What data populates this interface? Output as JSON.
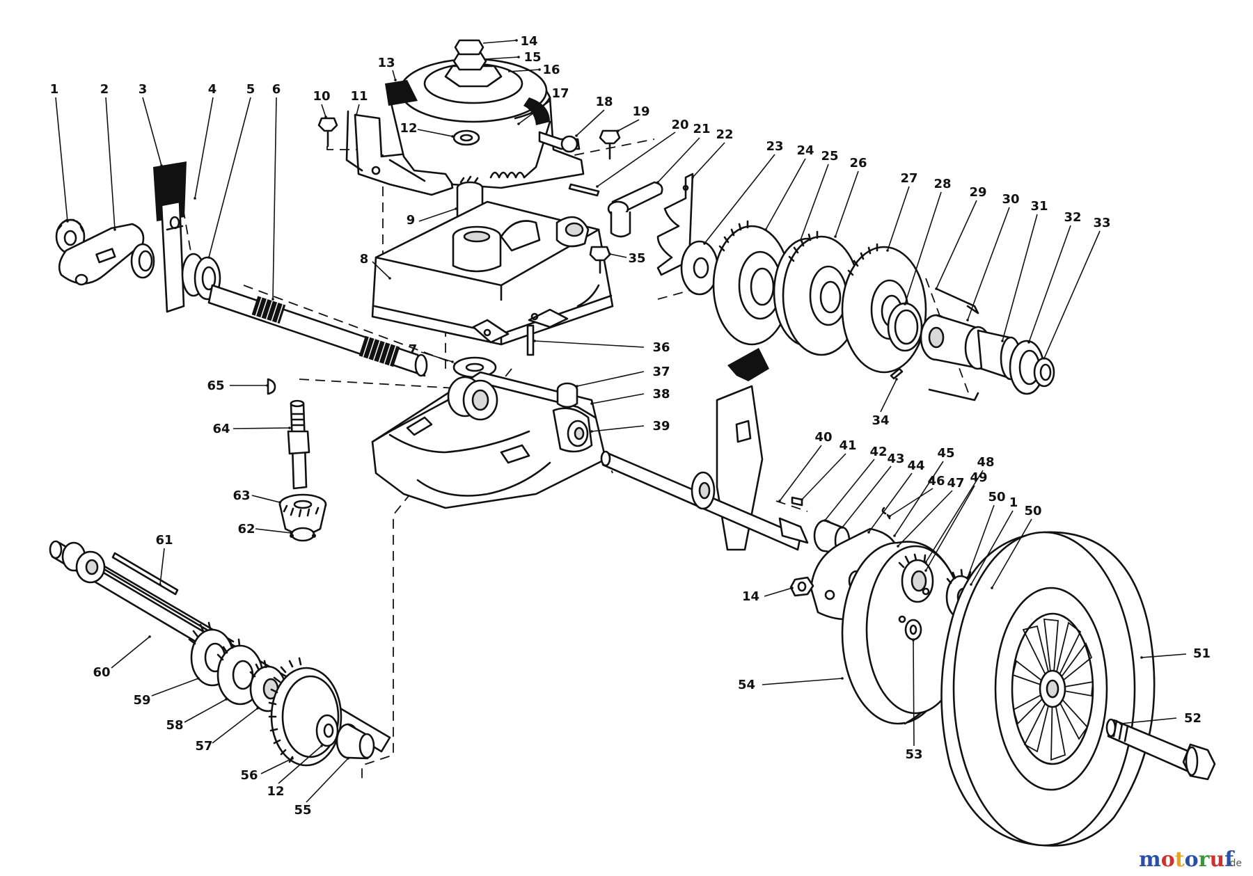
{
  "callouts": [
    {
      "id": "1",
      "label": "1"
    },
    {
      "id": "2",
      "label": "2"
    },
    {
      "id": "3",
      "label": "3"
    },
    {
      "id": "4",
      "label": "4"
    },
    {
      "id": "5",
      "label": "5"
    },
    {
      "id": "6",
      "label": "6"
    },
    {
      "id": "7",
      "label": "7"
    },
    {
      "id": "8",
      "label": "8"
    },
    {
      "id": "9",
      "label": "9"
    },
    {
      "id": "10",
      "label": "10"
    },
    {
      "id": "11",
      "label": "11"
    },
    {
      "id": "12a",
      "label": "12"
    },
    {
      "id": "13",
      "label": "13"
    },
    {
      "id": "14a",
      "label": "14"
    },
    {
      "id": "15",
      "label": "15"
    },
    {
      "id": "16",
      "label": "16"
    },
    {
      "id": "17",
      "label": "17"
    },
    {
      "id": "18",
      "label": "18"
    },
    {
      "id": "19",
      "label": "19"
    },
    {
      "id": "20",
      "label": "20"
    },
    {
      "id": "21",
      "label": "21"
    },
    {
      "id": "22",
      "label": "22"
    },
    {
      "id": "23",
      "label": "23"
    },
    {
      "id": "24",
      "label": "24"
    },
    {
      "id": "25",
      "label": "25"
    },
    {
      "id": "26",
      "label": "26"
    },
    {
      "id": "27",
      "label": "27"
    },
    {
      "id": "28",
      "label": "28"
    },
    {
      "id": "29",
      "label": "29"
    },
    {
      "id": "30",
      "label": "30"
    },
    {
      "id": "31",
      "label": "31"
    },
    {
      "id": "32",
      "label": "32"
    },
    {
      "id": "33",
      "label": "33"
    },
    {
      "id": "34",
      "label": "34"
    },
    {
      "id": "35",
      "label": "35"
    },
    {
      "id": "36",
      "label": "36"
    },
    {
      "id": "37",
      "label": "37"
    },
    {
      "id": "38",
      "label": "38"
    },
    {
      "id": "39",
      "label": "39"
    },
    {
      "id": "40",
      "label": "40"
    },
    {
      "id": "41",
      "label": "41"
    },
    {
      "id": "42",
      "label": "42"
    },
    {
      "id": "43",
      "label": "43"
    },
    {
      "id": "44",
      "label": "44"
    },
    {
      "id": "45",
      "label": "45"
    },
    {
      "id": "46",
      "label": "46"
    },
    {
      "id": "47",
      "label": "47"
    },
    {
      "id": "48",
      "label": "48"
    },
    {
      "id": "49",
      "label": "49"
    },
    {
      "id": "50a",
      "label": "50"
    },
    {
      "id": "1b",
      "label": "1"
    },
    {
      "id": "50b",
      "label": "50"
    },
    {
      "id": "51",
      "label": "51"
    },
    {
      "id": "52",
      "label": "52"
    },
    {
      "id": "53",
      "label": "53"
    },
    {
      "id": "54",
      "label": "54"
    },
    {
      "id": "14b",
      "label": "14"
    },
    {
      "id": "55",
      "label": "55"
    },
    {
      "id": "12b",
      "label": "12"
    },
    {
      "id": "56",
      "label": "56"
    },
    {
      "id": "57",
      "label": "57"
    },
    {
      "id": "58",
      "label": "58"
    },
    {
      "id": "59",
      "label": "59"
    },
    {
      "id": "60",
      "label": "60"
    },
    {
      "id": "61",
      "label": "61"
    },
    {
      "id": "62",
      "label": "62"
    },
    {
      "id": "63",
      "label": "63"
    },
    {
      "id": "64",
      "label": "64"
    },
    {
      "id": "65",
      "label": "65"
    }
  ],
  "watermark": {
    "letters": [
      "m",
      "o",
      "t",
      "o",
      "r",
      "u",
      "f"
    ],
    "colors": [
      "#2b4fa8",
      "#d0312d",
      "#e8a317",
      "#2b4fa8",
      "#3a9a3a",
      "#d0312d",
      "#2b4fa8"
    ],
    "suffix": ".de"
  },
  "colors": {
    "line": "#111111",
    "background": "#ffffff",
    "shade": "#d9d9d9"
  }
}
